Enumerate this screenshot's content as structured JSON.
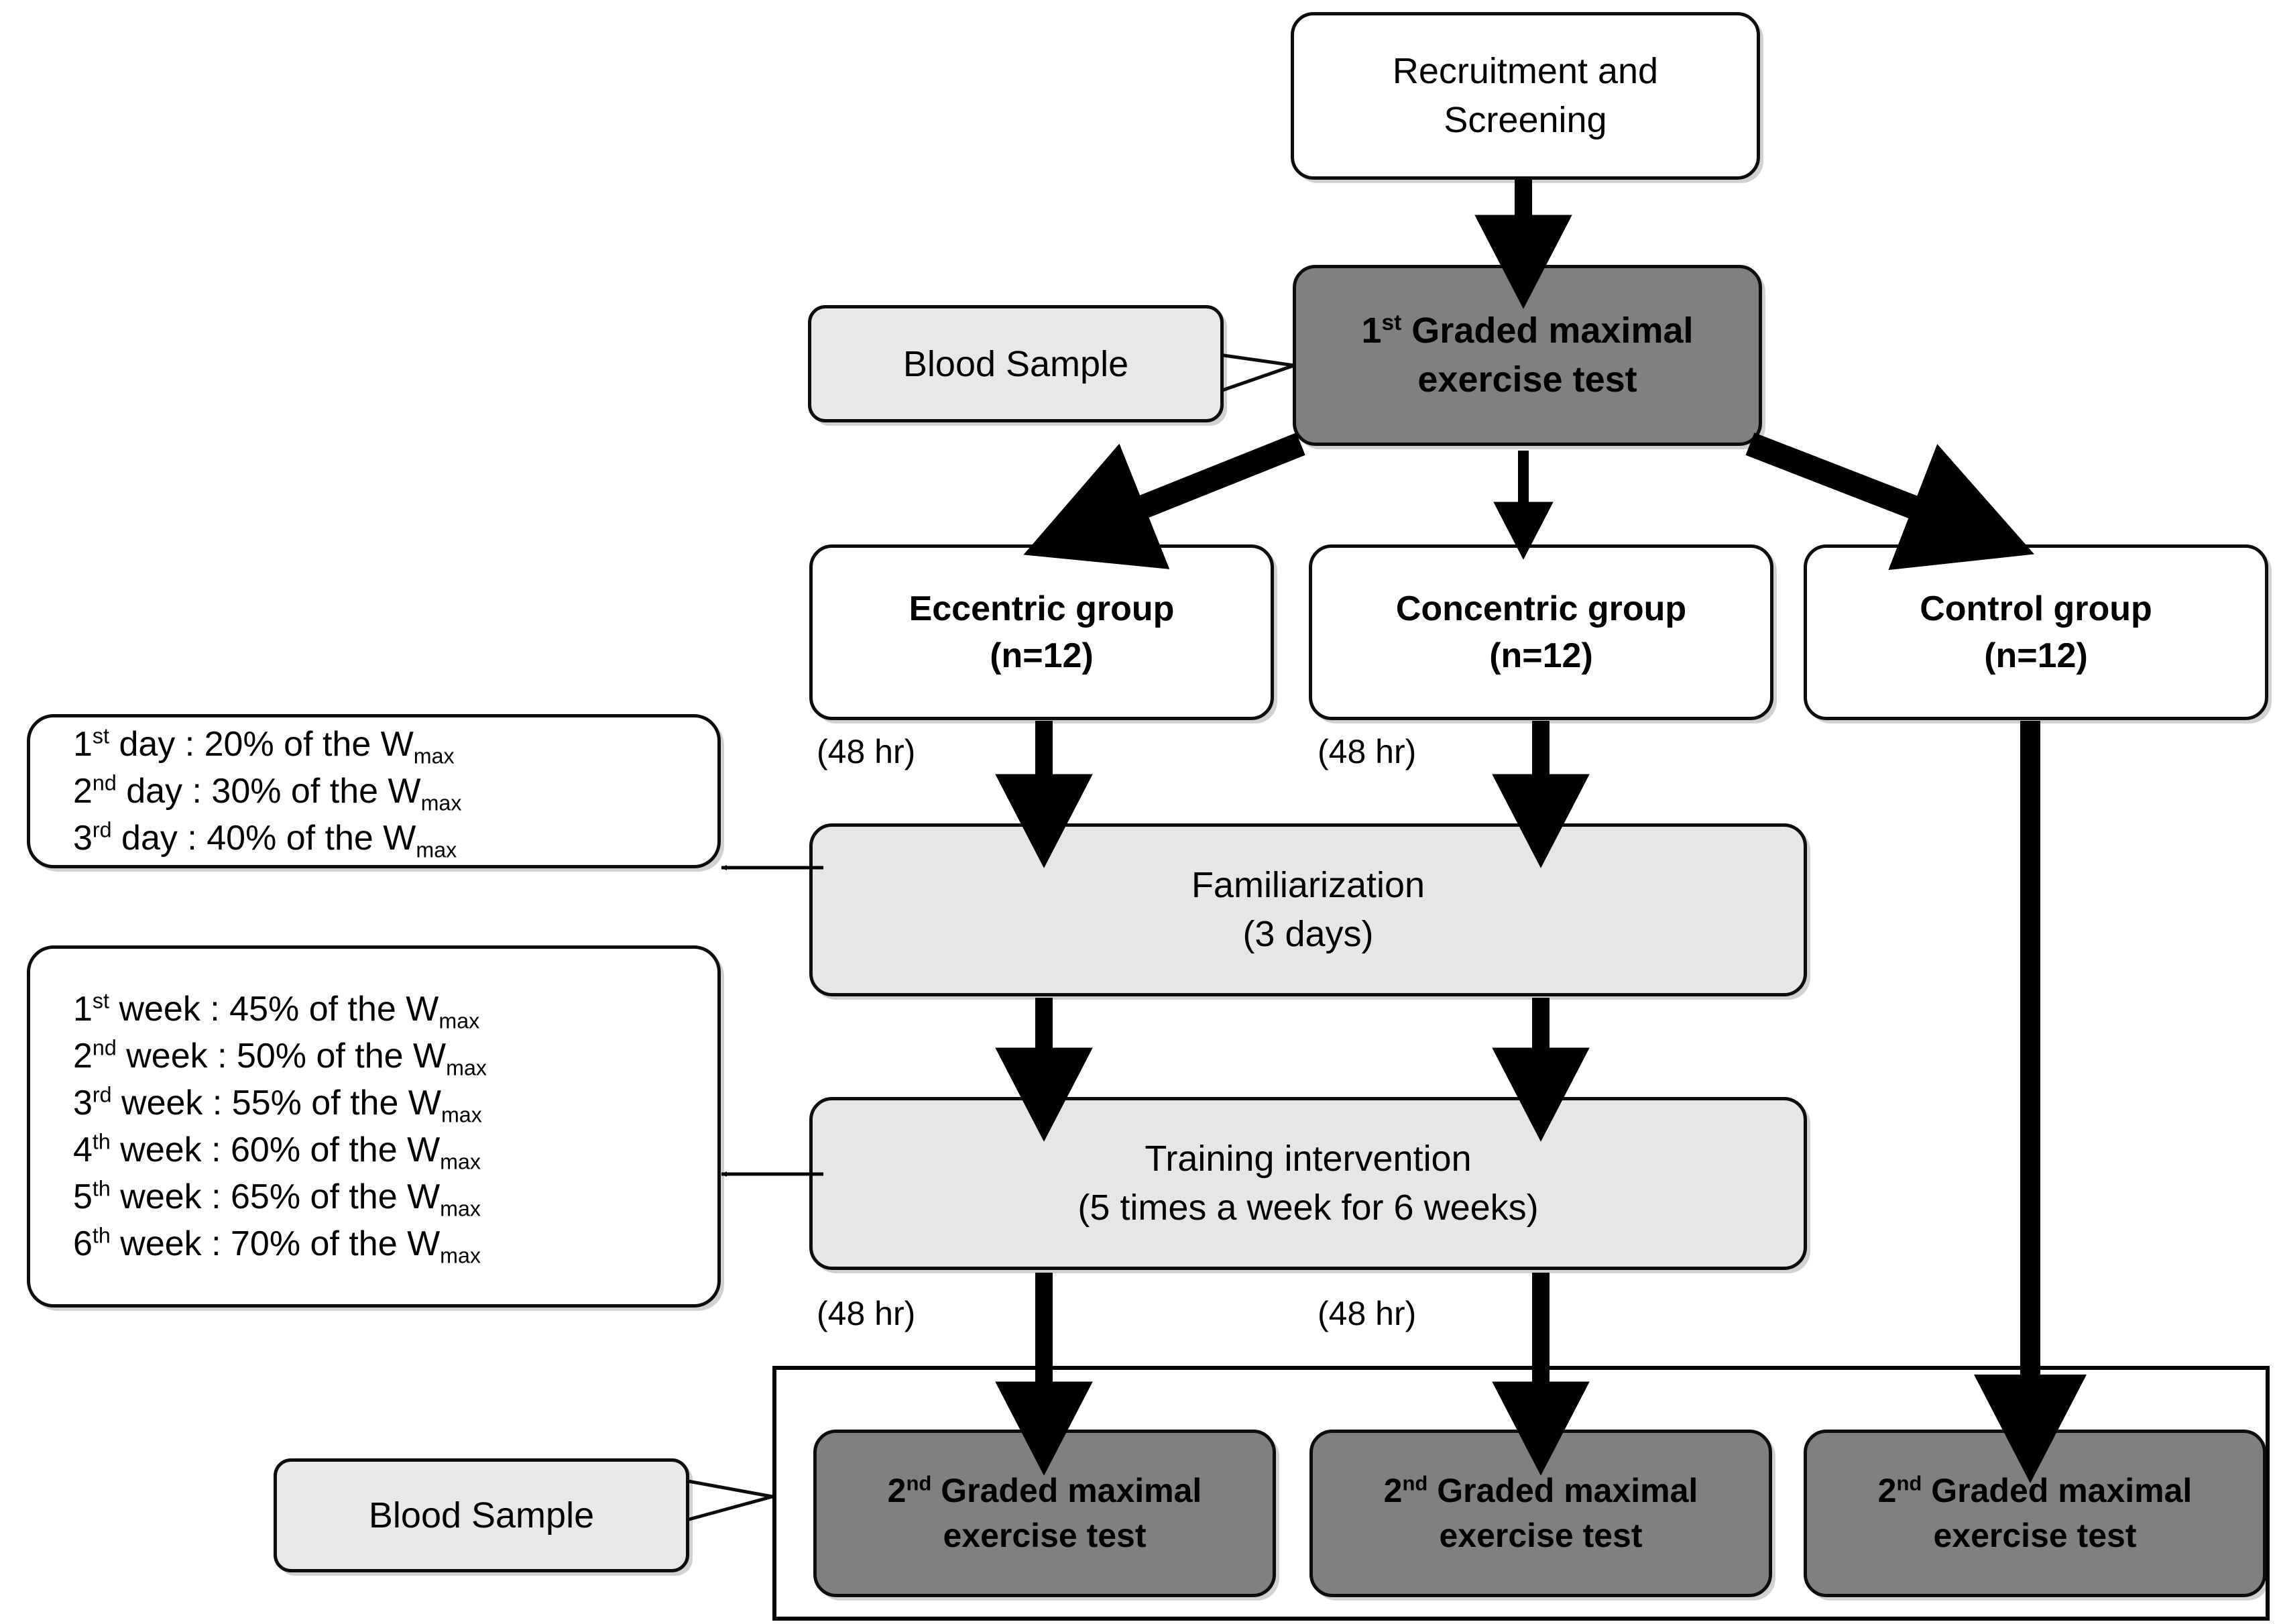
{
  "diagram": {
    "title": "Study design flowchart",
    "colors": {
      "dark_gray": "#808080",
      "light_gray": "#e6e6e6",
      "bubble_gray": "#e8e8e8",
      "outline": "#0d0d0d",
      "background": "#ffffff"
    }
  },
  "nodes": {
    "recruitment": {
      "line1": "Recruitment and",
      "line2": "Screening"
    },
    "first_test": {
      "line1_pre": "1",
      "line1_sup": "st",
      "line1_post": " Graded maximal",
      "line2": "exercise test"
    },
    "blood_sample_top": {
      "label": "Blood Sample"
    },
    "blood_sample_bottom": {
      "label": "Blood Sample"
    },
    "eccentric": {
      "line1": "Eccentric group",
      "line2": "(n=12)"
    },
    "concentric": {
      "line1": "Concentric  group",
      "line2": "(n=12)"
    },
    "control": {
      "line1": "Control  group",
      "line2": "(n=12)"
    },
    "familiarization": {
      "line1": "Familiarization",
      "line2": "(3 days)"
    },
    "training": {
      "line1": "Training intervention",
      "line2": "(5 times a week for 6 weeks)"
    },
    "second_test_ecc": {
      "line1_pre": "2",
      "line1_sup": "nd",
      "line1_post": " Graded maximal",
      "line2": "exercise test"
    },
    "second_test_con": {
      "line1_pre": "2",
      "line1_sup": "nd",
      "line1_post": " Graded maximal",
      "line2": "exercise test"
    },
    "second_test_ctrl": {
      "line1_pre": "2",
      "line1_sup": "nd",
      "line1_post": " Graded maximal",
      "line2": "exercise test"
    }
  },
  "annotations": {
    "familiarization_schedule": {
      "rows": [
        {
          "ord": "1",
          "ord_sup": "st",
          "text": " day : 20% of the W",
          "sub": "max"
        },
        {
          "ord": "2",
          "ord_sup": "nd",
          "text": " day : 30% of the W",
          "sub": "max"
        },
        {
          "ord": "3",
          "ord_sup": "rd",
          "text": " day : 40% of the W",
          "sub": "max"
        }
      ]
    },
    "training_schedule": {
      "rows": [
        {
          "ord": "1",
          "ord_sup": "st",
          "text": " week : 45% of the W",
          "sub": "max"
        },
        {
          "ord": "2",
          "ord_sup": "nd",
          "text": " week : 50% of the W",
          "sub": "max"
        },
        {
          "ord": "3",
          "ord_sup": "rd",
          "text": " week : 55% of the W",
          "sub": "max"
        },
        {
          "ord": "4",
          "ord_sup": "th",
          "text": " week : 60% of the W",
          "sub": "max"
        },
        {
          "ord": "5",
          "ord_sup": "th",
          "text": " week : 65% of the W",
          "sub": "max"
        },
        {
          "ord": "6",
          "ord_sup": "th",
          "text": " week : 70% of the W",
          "sub": "max"
        }
      ]
    }
  },
  "edge_labels": {
    "ecc_to_familiarization": "(48 hr)",
    "con_to_familiarization": "(48 hr)",
    "ecc_to_second_test": "(48 hr)",
    "con_to_second_test": "(48 hr)"
  }
}
